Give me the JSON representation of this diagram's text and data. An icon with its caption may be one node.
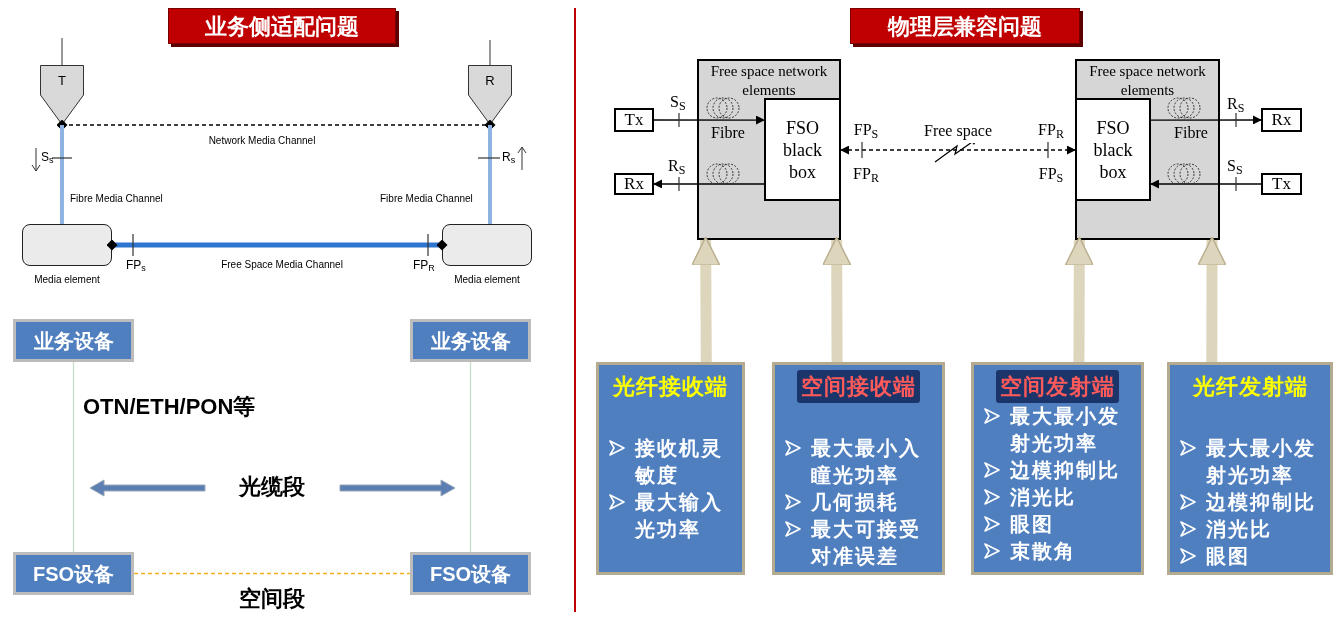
{
  "diagram": {
    "nodes": [
      {
        "text": [
          "业务侧适配问题"
        ]
      },
      {
        "text": [
          "物理层兼容问题"
        ]
      },
      {
        "text": [
          "T"
        ]
      },
      {
        "text": [
          "R"
        ]
      },
      {
        "text": [
          "Media element"
        ]
      },
      {
        "text": [
          "Media element"
        ]
      },
      {
        "text": [
          "业务设备"
        ]
      },
      {
        "text": [
          "业务设备"
        ]
      },
      {
        "text": [
          "FSO设备"
        ]
      },
      {
        "text": [
          "FSO设备"
        ]
      },
      {
        "text": [
          "Free space network elements"
        ]
      },
      {
        "text": [
          "FSO black box"
        ],
        "in": 10
      },
      {
        "text": [
          "Tx"
        ]
      },
      {
        "text": [
          "Rx"
        ]
      },
      {
        "text": [
          "Free space network elements"
        ]
      },
      {
        "text": [
          "FSO black box"
        ],
        "in": 14
      },
      {
        "text": [
          "Rx"
        ]
      },
      {
        "text": [
          "Tx"
        ]
      },
      {
        "text": [
          "光纤接收端",
          "接收机灵敏度",
          "最大输入光功率"
        ]
      },
      {
        "text": [
          "空间接收端",
          "最大最小入瞳光功率",
          "几何损耗",
          "最大可接受对准误差"
        ]
      },
      {
        "text": [
          "空间发射端",
          "最大最小发射光功率",
          "边模抑制比",
          "消光比",
          "眼图",
          "束散角"
        ]
      },
      {
        "text": [
          "光纤发射端",
          "最大最小发射光功率",
          "边模抑制比",
          "消光比",
          "眼图"
        ]
      }
    ],
    "edges": [
      {
        "from": 2,
        "to": 3,
        "arrow": "other",
        "style": "dashed",
        "label": "Network Media Channel"
      },
      {
        "from": 2,
        "to": 4,
        "arrow": "none",
        "style": "thick",
        "color": "#8db3e2",
        "label": "Fibre Media Channel"
      },
      {
        "from": 3,
        "to": 5,
        "arrow": "none",
        "style": "thick",
        "color": "#8db3e2",
        "label": "Fibre Media Channel"
      },
      {
        "from": 4,
        "to": 5,
        "arrow": "other",
        "style": "thick",
        "color": "#2e75d0",
        "label": "Free Space Media Channel"
      },
      {
        "from": 6,
        "to": 8,
        "arrow": "none",
        "color": "#c6e0c6"
      },
      {
        "from": 7,
        "to": 9,
        "arrow": "none",
        "color": "#c6e0c6"
      },
      {
        "from": 8,
        "to": 9,
        "arrow": "none",
        "style": "dashed",
        "color": "#f0b020"
      },
      {
        "from": 12,
        "to": 11,
        "arrow": "to"
      },
      {
        "from": 11,
        "to": 13,
        "arrow": "to"
      },
      {
        "from": 11,
        "to": 15,
        "arrow": "both",
        "style": "dashed",
        "label": "Free space"
      },
      {
        "from": 15,
        "to": 16,
        "arrow": "to"
      },
      {
        "from": 17,
        "to": 15,
        "arrow": "to"
      },
      {
        "from": 18,
        "to": 10,
        "arrow": "to",
        "style": "thick",
        "color": "#ddd5bc"
      },
      {
        "from": 19,
        "to": 10,
        "arrow": "to",
        "style": "thick",
        "color": "#ddd5bc"
      },
      {
        "from": 20,
        "to": 14,
        "arrow": "to",
        "style": "thick",
        "color": "#ddd5bc"
      },
      {
        "from": 21,
        "to": 14,
        "arrow": "to",
        "style": "thick",
        "color": "#ddd5bc"
      }
    ],
    "labels": [
      "S$_{s}$",
      "R$_{s}$",
      "FP$_{s}$",
      "FP$_{R}$",
      "OTN/ETH/PON等",
      "光缆段",
      "空间段",
      "S$_{S}$",
      "Fibre",
      "R$_{S}$",
      "FP$_{S}$",
      "FP$_{R}$",
      "FP$_{R}$",
      "FP$_{S}$",
      "R$_{S}$",
      "Fibre",
      "S$_{S}$"
    ]
  }
}
